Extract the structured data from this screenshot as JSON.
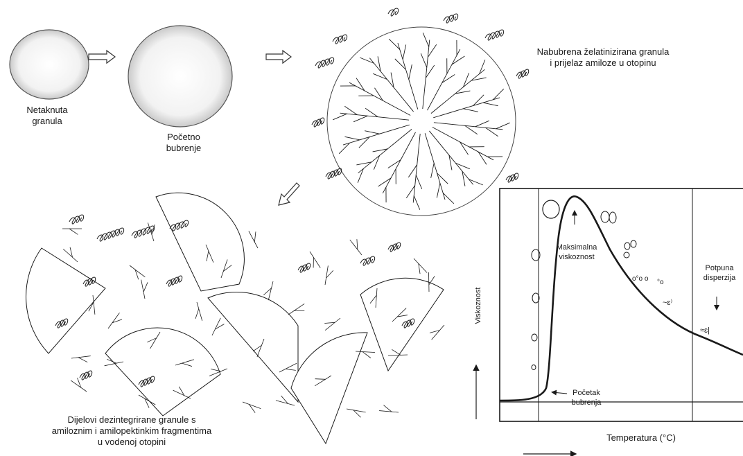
{
  "labels": {
    "intact_granule": [
      "Netaknuta",
      "granula"
    ],
    "initial_swelling": [
      "Početno",
      "bubrenje"
    ],
    "swollen_gelatinized": [
      "Nabubrena želatinizirana granula",
      "i prijelaz amiloze u otopinu"
    ],
    "disintegrated": [
      "Dijelovi dezintegrirane granule s",
      "amiloznim i amilopektinkim fragmentima",
      "u vodenoj otopini"
    ]
  },
  "graph": {
    "y_axis_label": "Viskoznost",
    "x_axis_label": "Temperatura (°C)",
    "peak_label": [
      "Maksimalna",
      "viskoznost"
    ],
    "onset_label": [
      "Početak",
      "bubrenja"
    ],
    "dispersion_label": [
      "Potpuna",
      "disperzija"
    ]
  },
  "colors": {
    "ink": "#1a1a1a",
    "granule_fill_center": "#ffffff",
    "granule_fill_edge": "#bdbdbd"
  }
}
